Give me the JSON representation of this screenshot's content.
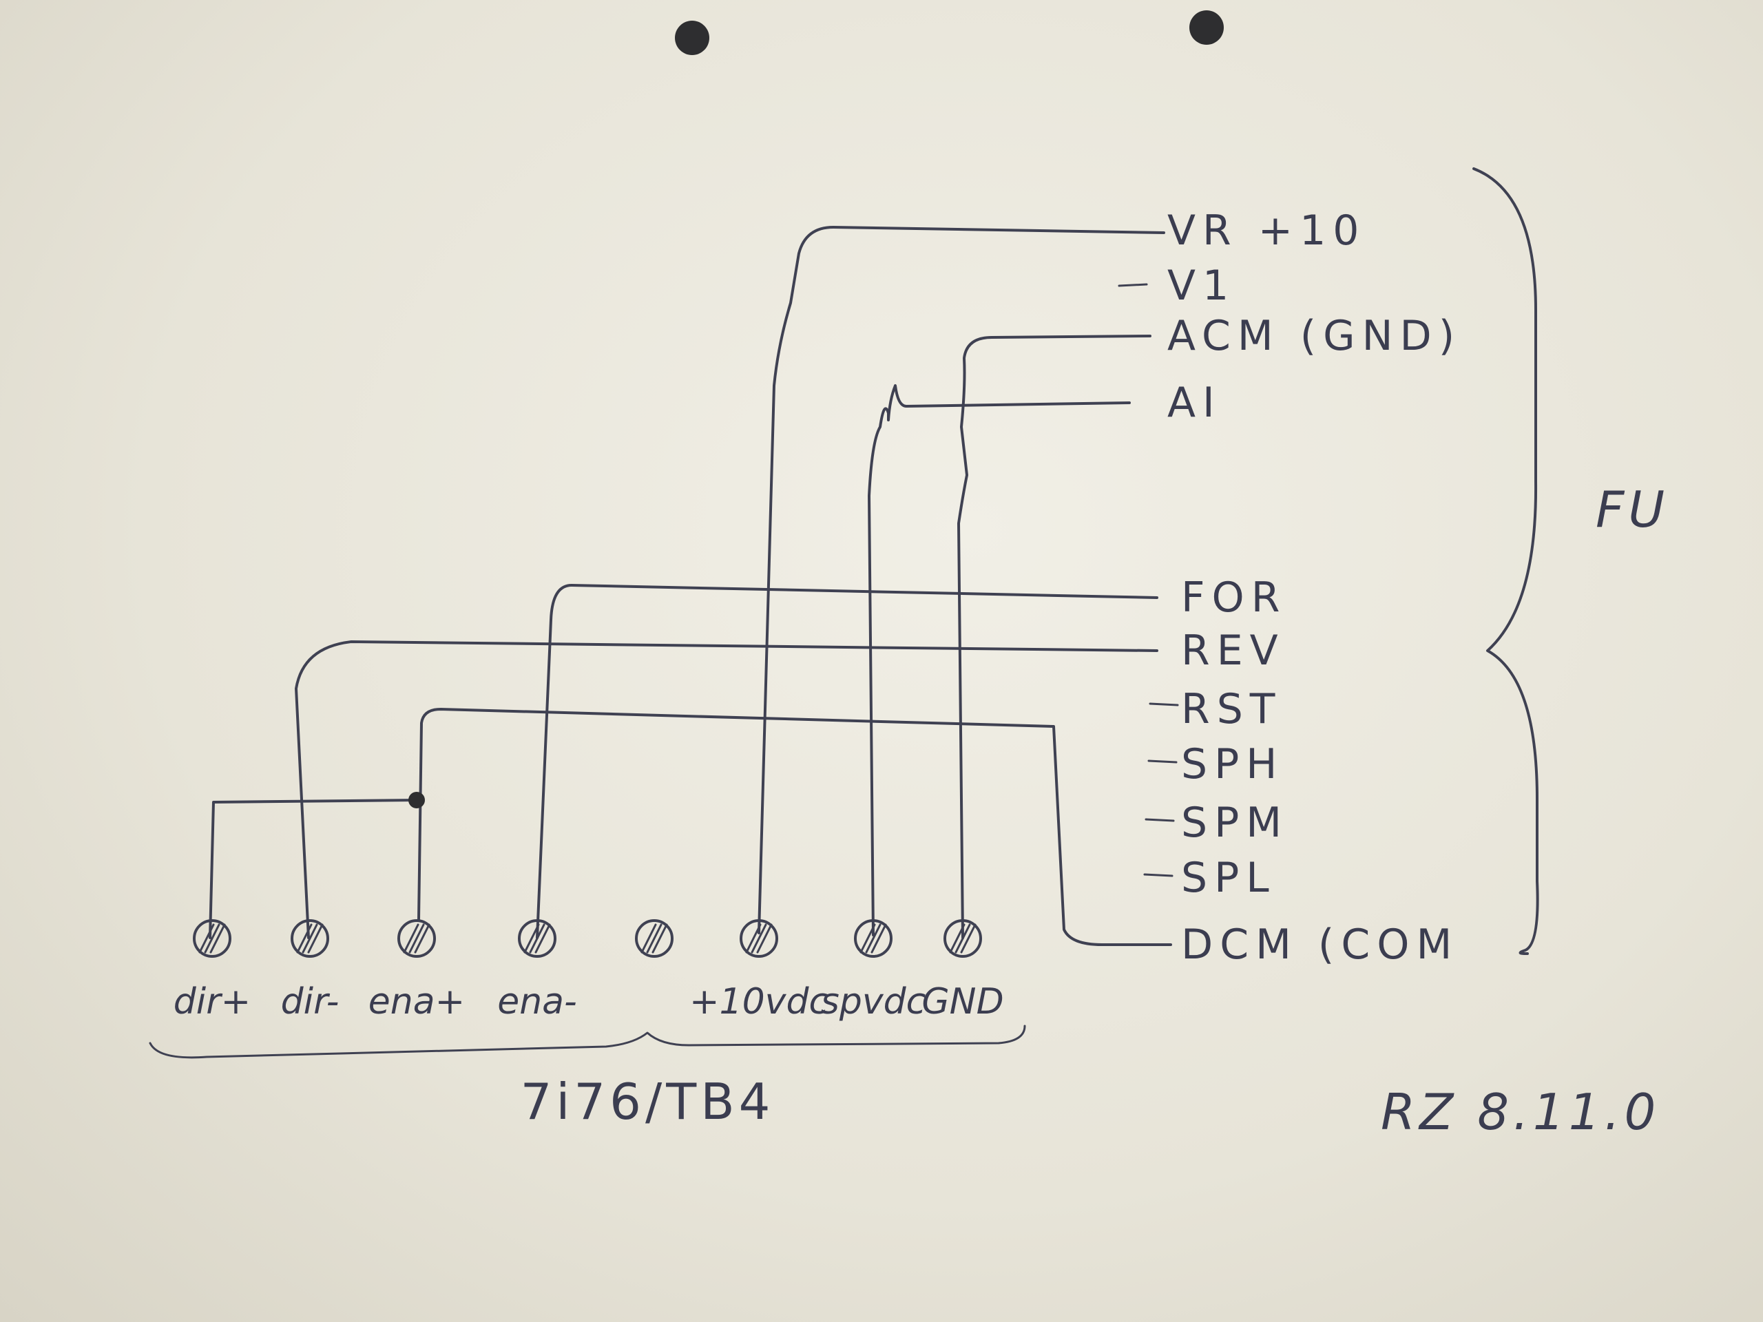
{
  "diagram": {
    "terminal_block": {
      "label": "7i76/TB4",
      "pins": [
        "dir+",
        "dir-",
        "ena+",
        "ena-",
        "",
        "+10vdc",
        "spvdc",
        "GND"
      ]
    },
    "vfd": {
      "label": "FU",
      "signals_top": [
        "VR +10",
        "V1",
        "ACM (GND)",
        "AI"
      ],
      "signals_bottom": [
        "FOR",
        "REV",
        "RST",
        "SPH",
        "SPM",
        "SPL",
        "DCM (COM"
      ]
    },
    "signature": "RZ 8.11.0",
    "connections": [
      {
        "from": "+10vdc",
        "to": "VR +10"
      },
      {
        "from": "spvdc",
        "to": "AI"
      },
      {
        "from": "GND",
        "to": "ACM (GND)"
      },
      {
        "from": "ena-",
        "to": "FOR"
      },
      {
        "from": "dir-",
        "to": "REV"
      },
      {
        "from": "ena+",
        "to": "DCM (COM"
      },
      {
        "from": "dir+",
        "to": "ena+"
      }
    ],
    "ink_color": "#3f4152"
  }
}
